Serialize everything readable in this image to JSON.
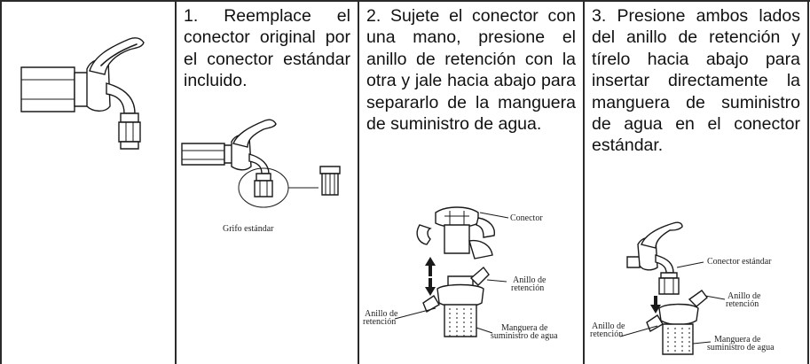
{
  "steps": [
    {
      "text": "1. Reemplace el conector original por el conector estándar incluido.",
      "caption": "Grifo estándar"
    },
    {
      "text": "2. Sujete el conector con una mano, presione el anillo de retención con la otra y jale hacia abajo para separarlo de la manguera de suministro de agua.",
      "labels": {
        "connector": "Conector",
        "ring_right_1": "Anillo de",
        "ring_right_2": "retención",
        "ring_left_1": "Anillo de",
        "ring_left_2": "retención",
        "hose_1": "Manguera de",
        "hose_2": "suministro de agua"
      }
    },
    {
      "text": "3. Presione ambos lados del anillo de retención y tírelo hacia abajo para insertar directamente la manguera de suministro de agua en el conector estándar.",
      "labels": {
        "std_connector": "Conector estándar",
        "ring_right_1": "Anillo de",
        "ring_right_2": "retención",
        "ring_left_1": "Anillo de",
        "ring_left_2": "retención",
        "hose_1": "Manguera de",
        "hose_2": "suministro de agua"
      }
    }
  ],
  "icons": [
    "faucet-illustration",
    "faucet-with-connector-illustration",
    "connector-removal-illustration",
    "connector-insertion-illustration",
    "arrow-up-icon",
    "arrow-down-icon"
  ]
}
